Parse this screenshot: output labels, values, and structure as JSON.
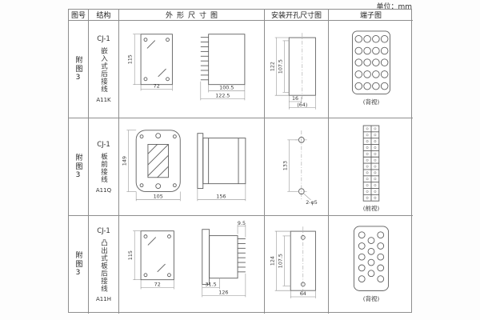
{
  "unit_label": "单位：mm",
  "headers": {
    "fig_no": "图号",
    "structure": "结构",
    "outline": "外形尺寸图",
    "mounting": "安装开孔尺寸图",
    "terminal": "端子图"
  },
  "rows": [
    {
      "fig_no": "附图3",
      "model": "CJ-1",
      "structure_desc": "嵌入式后接线",
      "code": "A11K",
      "outline": {
        "height": "115",
        "width": "72",
        "depth_body": "100.5",
        "depth_total": "122.5"
      },
      "mounting": {
        "height_inner": "107.5",
        "height_outer": "122",
        "width_offset": "16",
        "width_ref": "(64)"
      },
      "terminal_view": "(背视)"
    },
    {
      "fig_no": "附图3",
      "model": "CJ-1",
      "structure_desc": "板前接线",
      "code": "A11Q",
      "outline": {
        "height": "149",
        "width": "105",
        "depth": "156"
      },
      "mounting": {
        "height": "133",
        "holes": "2-φ5"
      },
      "terminal_view": "(前视)"
    },
    {
      "fig_no": "附图3",
      "model": "CJ-1",
      "structure_desc": "凸出式板后接线",
      "code": "A11H",
      "outline": {
        "height": "115",
        "width": "72",
        "panel_depth": "31.5",
        "pin_len": "9.5",
        "depth_total": "126"
      },
      "mounting": {
        "height_inner": "107.5",
        "height_outer": "124",
        "width": "64"
      },
      "terminal_view": "(背视)"
    }
  ]
}
